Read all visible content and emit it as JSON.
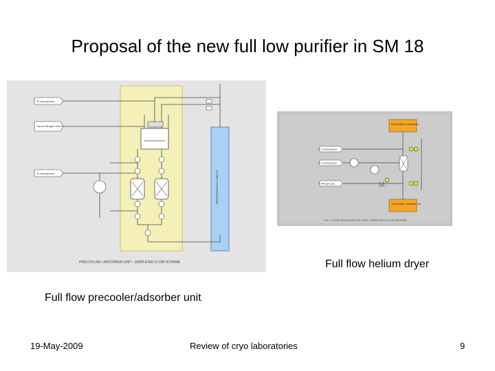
{
  "slide": {
    "title": "Proposal of the new full low purifier in SM 18",
    "caption_dryer": "Full flow helium dryer",
    "caption_precooler": "Full flow precooler/adsorber unit"
  },
  "diagram_precooler": {
    "scheme_title": "PRECOOLER / ADSORBER UNIT - SIMPLIFIED FLOW SCHEME",
    "refrigeration_label": "REFRIGERATION CIRCUIT",
    "tags": [
      "To atmosphere",
      "Liquid nitrogen return",
      "To atmosphere"
    ]
  },
  "diagram_dryer": {
    "scheme_title": "FULL FLOW HELIUM DRYER UNIT - SIMPLIFIED FLOW SCHEME",
    "from_label": "From helium compressors",
    "to_label": "To precooler / adsorber unit",
    "tags": [
      "To atmosphere",
      "To atmosphere",
      "Nitrogen gas"
    ]
  },
  "footer": {
    "date": "19-May-2009",
    "center": "Review of cryo laboratories",
    "page": "9"
  }
}
